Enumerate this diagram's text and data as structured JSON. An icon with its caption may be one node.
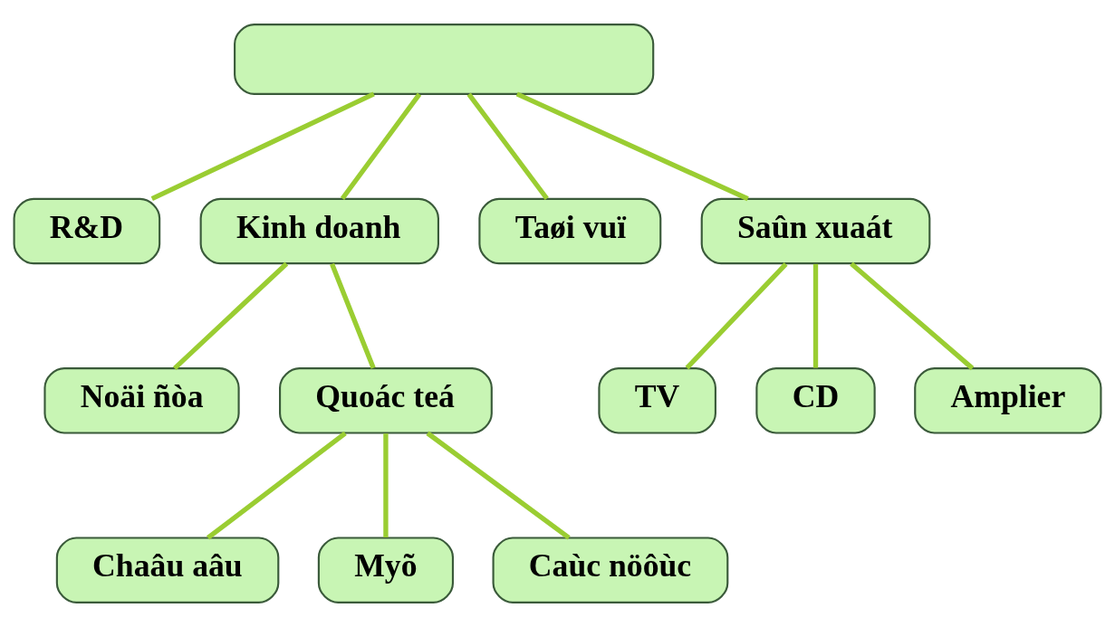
{
  "diagram": {
    "nodes": [
      {
        "text": [],
        "shape": "box"
      },
      {
        "text": [
          "R&D"
        ]
      },
      {
        "text": [
          "Kinh doanh"
        ]
      },
      {
        "text": [
          "Taøi vuï"
        ]
      },
      {
        "text": [
          "Saûn xuaát"
        ]
      },
      {
        "text": [
          "Noäi ñòa"
        ]
      },
      {
        "text": [
          "Quoác teá"
        ]
      },
      {
        "text": [
          "TV"
        ]
      },
      {
        "text": [
          "CD"
        ]
      },
      {
        "text": [
          "Amplier"
        ]
      },
      {
        "text": [
          "Chaâu aâu"
        ]
      },
      {
        "text": [
          "Myõ"
        ]
      },
      {
        "text": [
          "Caùc nöôùc"
        ]
      }
    ],
    "edges": [
      {
        "from": 0,
        "to": 1,
        "arrow": "none"
      },
      {
        "from": 0,
        "to": 2,
        "arrow": "none"
      },
      {
        "from": 0,
        "to": 3,
        "arrow": "none"
      },
      {
        "from": 0,
        "to": 4,
        "arrow": "none"
      },
      {
        "from": 2,
        "to": 5,
        "arrow": "none"
      },
      {
        "from": 2,
        "to": 6,
        "arrow": "none"
      },
      {
        "from": 4,
        "to": 7,
        "arrow": "none"
      },
      {
        "from": 4,
        "to": 8,
        "arrow": "none"
      },
      {
        "from": 4,
        "to": 9,
        "arrow": "none"
      },
      {
        "from": 6,
        "to": 10,
        "arrow": "none"
      },
      {
        "from": 6,
        "to": 11,
        "arrow": "none"
      },
      {
        "from": 6,
        "to": 12,
        "arrow": "none"
      }
    ]
  }
}
